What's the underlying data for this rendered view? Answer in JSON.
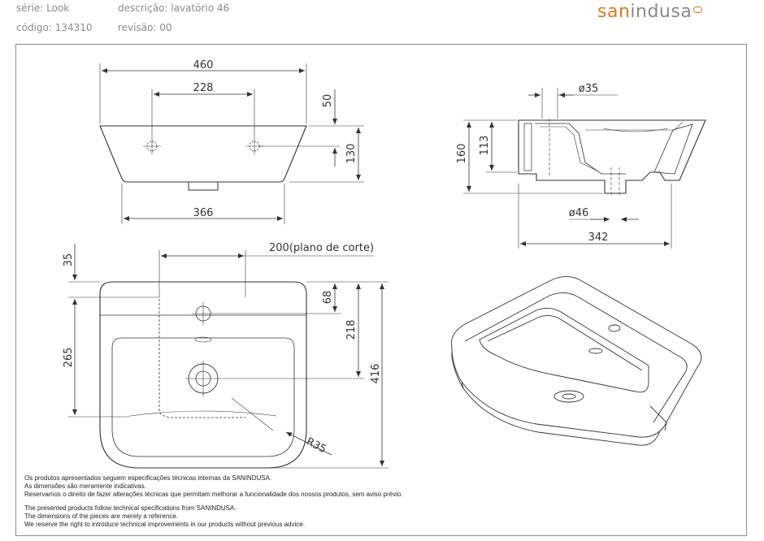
{
  "header": {
    "serie": "série: Look",
    "descricao": "descrição: lavatório 46",
    "codigo": "código: 134310",
    "revisao": "revisão: 00"
  },
  "logo": {
    "part1": "san",
    "part2": "indusa"
  },
  "dimensions": {
    "top_width": "460",
    "top_holes": "228",
    "top_depth_a": "50",
    "top_height": "130",
    "bottom_width": "366",
    "side_hole": "ø35",
    "side_height": "160",
    "side_inner": "113",
    "side_drain": "ø46",
    "side_depth": "342",
    "plan_cut": "200(plano de corte)",
    "plan_35": "35",
    "plan_68": "68",
    "plan_218": "218",
    "plan_265": "265",
    "plan_416": "416",
    "plan_radius": "R35"
  },
  "notes": {
    "pt": [
      "Os produtos apresentados seguem especificações técnicas internas da SANINDUSA.",
      "As dimensões são meramente indicativas.",
      "Reservamos o direito de fazer alterações técnicas que permitam melhorar a funcionalidade dos nossos produtos, sem aviso prévio."
    ],
    "en": [
      "The presented products follow technical specifications from SANINDUSA.",
      "The dimensions of the pieces are merely a reference.",
      "We reserve the right to introduce technical improvements in our products without previous advice."
    ]
  }
}
